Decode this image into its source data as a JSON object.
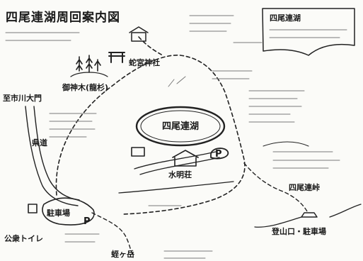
{
  "map": {
    "title": "四尾連湖周回案内図",
    "inset_title": "四尾連湖",
    "lake": "四尾連湖",
    "shrine": "蛇宮神社",
    "cedar": "御神木(龍杉)",
    "north_side": "至市川大門",
    "road": "県道",
    "parking_1": "P",
    "parking_2": "P",
    "lodge": "水明荘",
    "lot": "駐車場",
    "toilet": "公衆トイレ",
    "pass": "四尾連峠",
    "hill": "蛭ヶ岳",
    "trailhead": "登山口・駐車場"
  }
}
